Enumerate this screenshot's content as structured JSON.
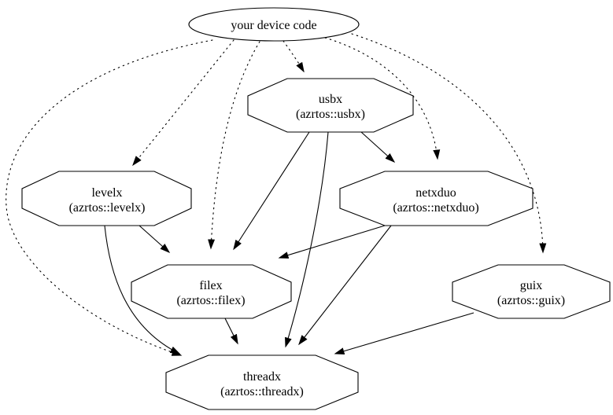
{
  "diagram": {
    "type": "dependency-graph",
    "background_color": "#ffffff",
    "line_color": "#000000",
    "node_fill_color": "#ffffff",
    "nodes": [
      {
        "id": "your-device-code",
        "label": "your device code",
        "sublabel": "",
        "shape": "ellipse"
      },
      {
        "id": "usbx",
        "label": "usbx",
        "sublabel": "(azrtos::usbx)",
        "shape": "octagon"
      },
      {
        "id": "levelx",
        "label": "levelx",
        "sublabel": "(azrtos::levelx)",
        "shape": "octagon"
      },
      {
        "id": "netxduo",
        "label": "netxduo",
        "sublabel": "(azrtos::netxduo)",
        "shape": "octagon"
      },
      {
        "id": "filex",
        "label": "filex",
        "sublabel": "(azrtos::filex)",
        "shape": "octagon"
      },
      {
        "id": "guix",
        "label": "guix",
        "sublabel": "(azrtos::guix)",
        "shape": "octagon"
      },
      {
        "id": "threadx",
        "label": "threadx",
        "sublabel": "(azrtos::threadx)",
        "shape": "octagon"
      }
    ],
    "edges": [
      {
        "from": "your-device-code",
        "to": "usbx",
        "style": "dotted"
      },
      {
        "from": "your-device-code",
        "to": "levelx",
        "style": "dotted"
      },
      {
        "from": "your-device-code",
        "to": "filex",
        "style": "dotted"
      },
      {
        "from": "your-device-code",
        "to": "netxduo",
        "style": "dotted"
      },
      {
        "from": "your-device-code",
        "to": "guix",
        "style": "dotted"
      },
      {
        "from": "your-device-code",
        "to": "threadx",
        "style": "dotted"
      },
      {
        "from": "usbx",
        "to": "netxduo",
        "style": "solid"
      },
      {
        "from": "usbx",
        "to": "filex",
        "style": "solid"
      },
      {
        "from": "usbx",
        "to": "threadx",
        "style": "solid"
      },
      {
        "from": "levelx",
        "to": "filex",
        "style": "solid"
      },
      {
        "from": "levelx",
        "to": "threadx",
        "style": "solid"
      },
      {
        "from": "netxduo",
        "to": "filex",
        "style": "solid"
      },
      {
        "from": "netxduo",
        "to": "threadx",
        "style": "solid"
      },
      {
        "from": "filex",
        "to": "threadx",
        "style": "solid"
      },
      {
        "from": "guix",
        "to": "threadx",
        "style": "solid"
      }
    ]
  }
}
